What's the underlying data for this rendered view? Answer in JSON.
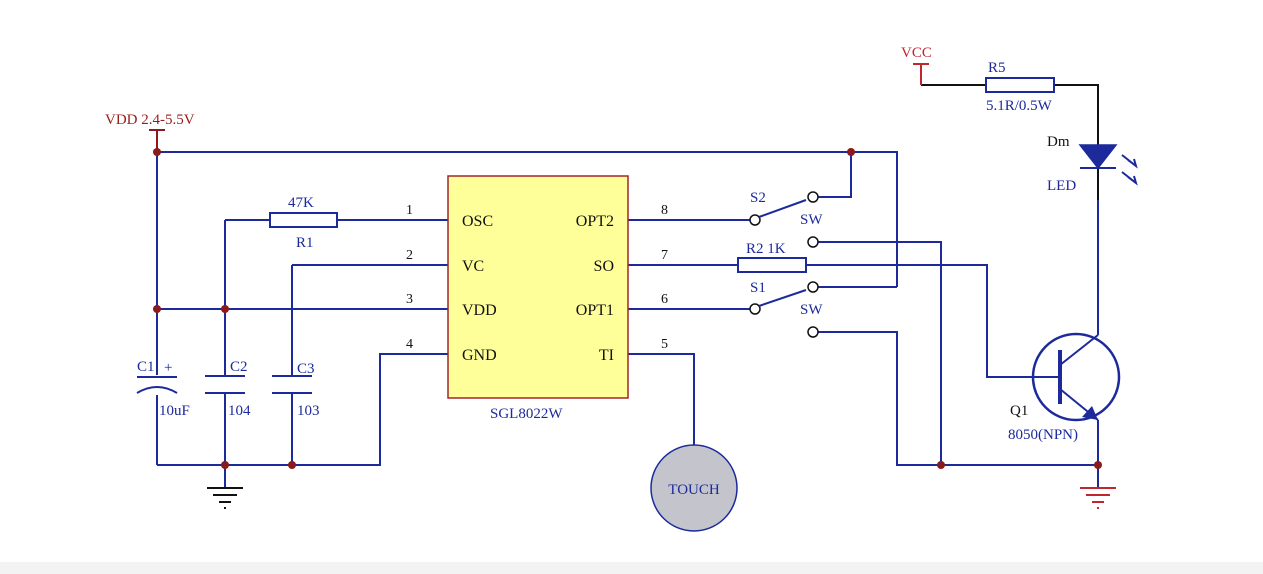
{
  "supply": {
    "vdd": "VDD 2.4-5.5V",
    "vcc": "VCC"
  },
  "chip": {
    "name": "SGL8022W",
    "left_pins": [
      {
        "num": "1",
        "name": "OSC"
      },
      {
        "num": "2",
        "name": "VC"
      },
      {
        "num": "3",
        "name": "VDD"
      },
      {
        "num": "4",
        "name": "GND"
      }
    ],
    "right_pins": [
      {
        "num": "8",
        "name": "OPT2"
      },
      {
        "num": "7",
        "name": "SO"
      },
      {
        "num": "6",
        "name": "OPT1"
      },
      {
        "num": "5",
        "name": "TI"
      }
    ]
  },
  "components": {
    "r1": {
      "ref": "R1",
      "value": "47K"
    },
    "r2": {
      "label": "R2  1K"
    },
    "r5": {
      "ref": "R5",
      "value": "5.1R/0.5W"
    },
    "c1": {
      "ref": "C1",
      "polarity": "+",
      "value": "10uF"
    },
    "c2": {
      "ref": "C2",
      "value": "104"
    },
    "c3": {
      "ref": "C3",
      "value": "103"
    },
    "s1": {
      "ref": "S1",
      "type": "SW"
    },
    "s2": {
      "ref": "S2",
      "type": "SW"
    },
    "led": {
      "ref": "Dm",
      "value": "LED"
    },
    "q1": {
      "ref": "Q1",
      "value": "8050(NPN)"
    },
    "touch": {
      "label": "TOUCH"
    }
  },
  "colors": {
    "wire": "#1c2a9b",
    "chip_fill": "#ffff99",
    "chip_border": "#a0262c",
    "junction": "#8b1a1a",
    "touch_fill": "#c4c4cc",
    "power_red": "#c0262c"
  }
}
